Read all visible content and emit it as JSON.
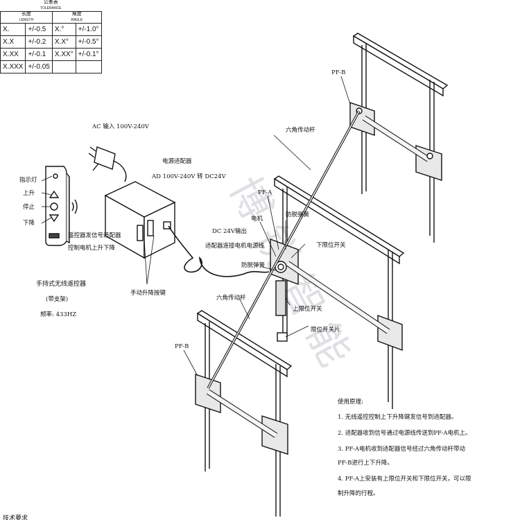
{
  "tolerance_table": {
    "title": "公差表",
    "subtitle": "TOLERANCE",
    "length_header": "长度",
    "length_header_en": "LENGTH",
    "angle_header": "角度",
    "angle_header_en": "ANGLE",
    "rows": [
      {
        "len": "X.",
        "len_tol": "+/-0.5",
        "ang": "X.°",
        "ang_tol": "+/-1.0°"
      },
      {
        "len": "X.X",
        "len_tol": "+/-0.2",
        "ang": "X.X°",
        "ang_tol": "+/-0.5°"
      },
      {
        "len": "X.XX",
        "len_tol": "+/-0.1",
        "ang": "X.XX°",
        "ang_tol": "+/-0.1°"
      },
      {
        "len": "X.XXX",
        "len_tol": "+/-0.05",
        "ang": "",
        "ang_tol": ""
      }
    ]
  },
  "labels": {
    "ac_input": "AC 输入 100V-240V",
    "adapter_title": "电源适配器",
    "adapter_spec": "AD 100V-240V 转 DC24V",
    "remote_indicator": "指示灯",
    "remote_up": "上升",
    "remote_stop": "停止",
    "remote_down": "下降",
    "remote_desc_1": "遥控器发信号适配器",
    "remote_desc_2": "控制电机上升下降",
    "remote_name": "手持式无线遥控器",
    "remote_bracket": "(带支架)",
    "remote_freq": "频率: 433HZ",
    "manual_key": "手动升降按键",
    "pf_b_top": "PF-B",
    "pf_a": "PF-A",
    "pf_b_bottom": "PF-B",
    "hex_shaft_top": "六角传动杆",
    "hex_shaft_bottom": "六角传动杆",
    "dc24_1": "DC 24V输出",
    "dc24_2": "适配器连接电机电源线",
    "anti_loose_1": "防脱弹簧",
    "anti_loose_2": "防脱弹簧",
    "lower_limit": "下限位开关",
    "motor": "电机",
    "upper_limit": "上限位开关",
    "limit_plate": "限位开关片",
    "principle_title": "使用原理:",
    "principle_1": "1. 无线遥控控制上下升降键发信号到适配器。",
    "principle_2": "2. 适配器收到信号通过电源线传送到PF-A电机上。",
    "principle_3a": "3. PF-A电机收到适配器信号经过六角传动杆带动",
    "principle_3b": "PF-B进行上下升降。",
    "principle_4a": "4. PF-A上安装有上限位开关和下限位开关，可以限",
    "principle_4b": "制升降的行程。",
    "footer": "技术要求",
    "watermark": "博 锐 智 能"
  }
}
